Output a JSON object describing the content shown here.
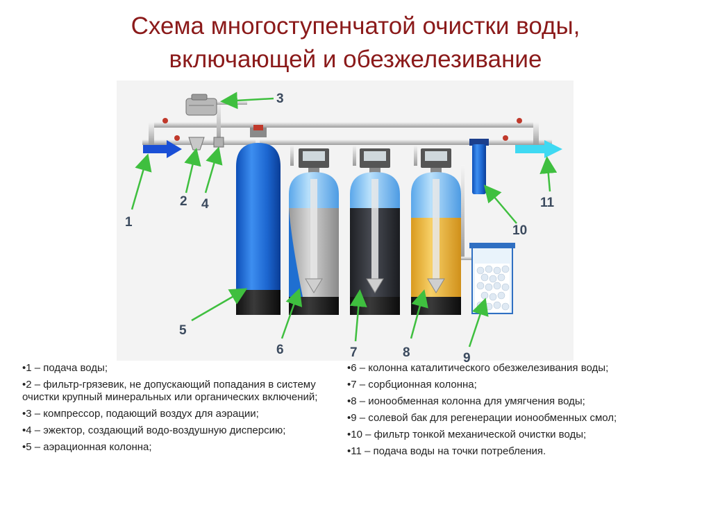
{
  "title": {
    "line1": "Схема многоступенчатой очистки воды,",
    "line2": "включающей и обезжелезивание"
  },
  "labels": {
    "n1": "1",
    "n2": "2",
    "n3": "3",
    "n4": "4",
    "n5": "5",
    "n6": "6",
    "n7": "7",
    "n8": "8",
    "n9": "9",
    "n10": "10",
    "n11": "11"
  },
  "legend_left": [
    "•1 – подача воды;",
    "•2 – фильтр-грязевик, не допускающий попадания в систему очистки крупный минеральных или органических включений;",
    "•3 – компрессор, подающий воздух для аэрации;",
    "•4 – эжектор, создающий водо-воздушную дисперсию;",
    "•5 – аэрационная колонна;"
  ],
  "legend_right": [
    "•6 – колонна каталитического обезжелезивания воды;",
    "•7 – сорбционная колонна;",
    "•8 – ионообменная колонна для умягчения воды;",
    "•9 – солевой бак для регенерации ионообменных смол;",
    "•10 – фильтр тонкой механической очистки воды;",
    "•11 – подача воды на точки потребления."
  ],
  "colors": {
    "title": "#8b1a1a",
    "column_blue": "#1f6fd1",
    "inlet_arrow": "#1a4fd6",
    "outlet_arrow": "#3fd9f2",
    "sorbent_dark": "#2b2d33",
    "resin_yellow": "#f0c045",
    "leader_green": "#3fbf3f"
  }
}
